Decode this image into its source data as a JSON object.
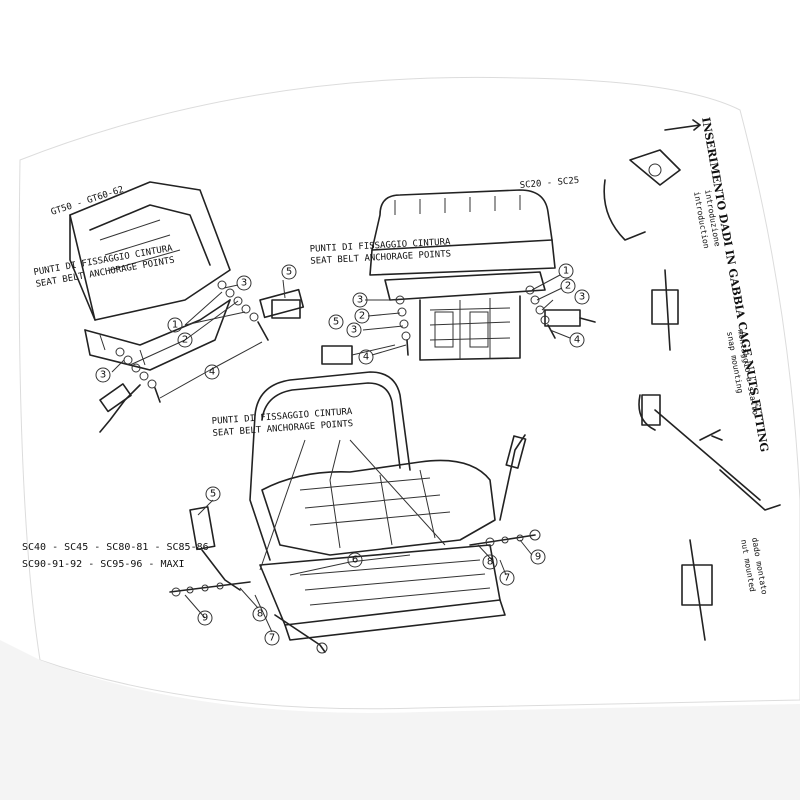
{
  "diagram": {
    "models_top_left": "GT50 - GT60-62",
    "models_top_center": "SC20 - SC25",
    "models_bottom": [
      "SC40 - SC45 - SC80-81 - SC85-86",
      "SC90-91-92 - SC95-96 - MAXI"
    ],
    "anchorage_label_it": "PUNTI DI FISSAGGIO CINTURA",
    "anchorage_label_en": "SEAT BELT ANCHORAGE POINTS",
    "cage_nuts": {
      "heading": "INSERIMENTO DADI IN GABBIA CAGE NUTS FITTING",
      "step1_it": "introduzione",
      "step1_en": "introduction",
      "step2_it": "montaggio a scatto",
      "step2_en": "snap mounting",
      "step3_it": "dado montato",
      "step3_en": "nut mounted"
    },
    "callouts": {
      "n1": "1",
      "n2": "2",
      "n3": "3",
      "n4": "4",
      "n5": "5",
      "n6": "6",
      "n7": "7",
      "n8": "8",
      "n9": "9"
    },
    "colors": {
      "ink": "#222222",
      "paper": "#ffffff",
      "shadow": "#e9e9e9"
    }
  }
}
